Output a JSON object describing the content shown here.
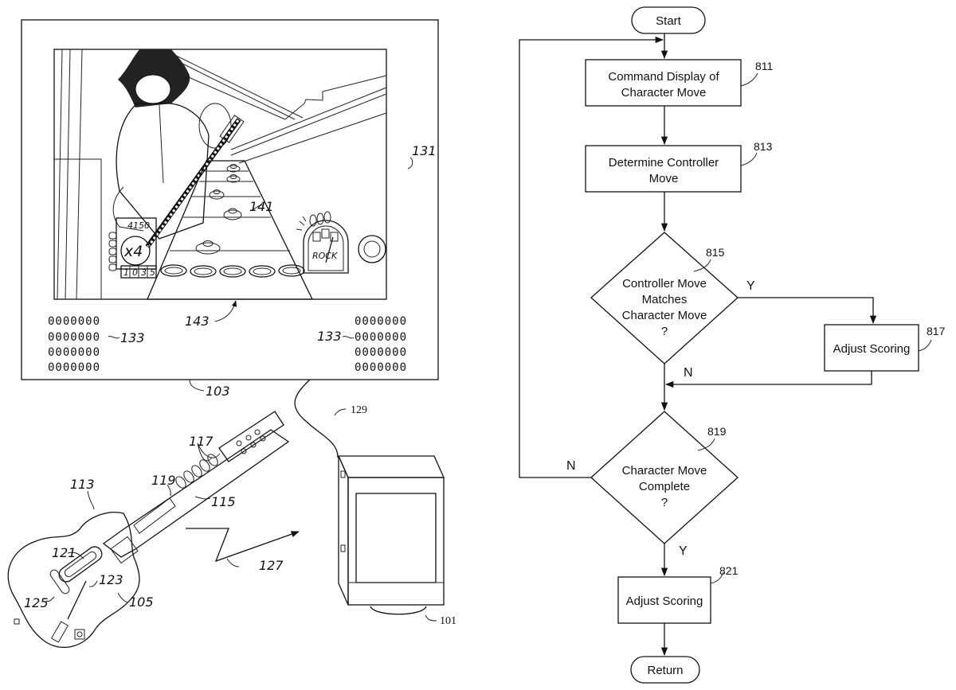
{
  "figure": {
    "left_panel": {
      "screen_refs": {
        "display": "103",
        "game_screen": "131",
        "score_areas": "133",
        "note_highway_target": "143",
        "gems": "141",
        "cable": "129",
        "console": "101",
        "controller_body": "105",
        "controller_upper": "113",
        "neck_buttons": "117",
        "neck": "115",
        "neck_window": "119",
        "strum_bar": "121",
        "whammy_bar": "123",
        "tilt_lever": "125",
        "wireless_signal": "127"
      },
      "score_text": {
        "score": "4150",
        "multiplier": "x4",
        "streak": [
          "1",
          "0",
          "3",
          "5"
        ],
        "rock_meter_label": "ROCK"
      },
      "score_rows_left": [
        "0000000",
        "0000000",
        "0000000",
        "0000000"
      ],
      "score_rows_right": [
        "0000000",
        "0000000",
        "0000000",
        "0000000"
      ]
    },
    "flowchart": {
      "start": "Start",
      "end": "Return",
      "steps": [
        {
          "id": "811",
          "lines": [
            "Command Display of",
            "Character Move"
          ]
        },
        {
          "id": "813",
          "lines": [
            "Determine Controller",
            "Move"
          ]
        },
        {
          "id": "815",
          "lines": [
            "Controller Move",
            "Matches",
            "Character Move",
            "?"
          ]
        },
        {
          "id": "817",
          "lines": [
            "Adjust Scoring"
          ]
        },
        {
          "id": "819",
          "lines": [
            "Character Move",
            "Complete",
            "?"
          ]
        },
        {
          "id": "821",
          "lines": [
            "Adjust Scoring"
          ]
        }
      ],
      "branch_labels": {
        "d815_yes": "Y",
        "d815_no": "N",
        "d819_no": "N",
        "d819_yes": "Y"
      }
    }
  }
}
